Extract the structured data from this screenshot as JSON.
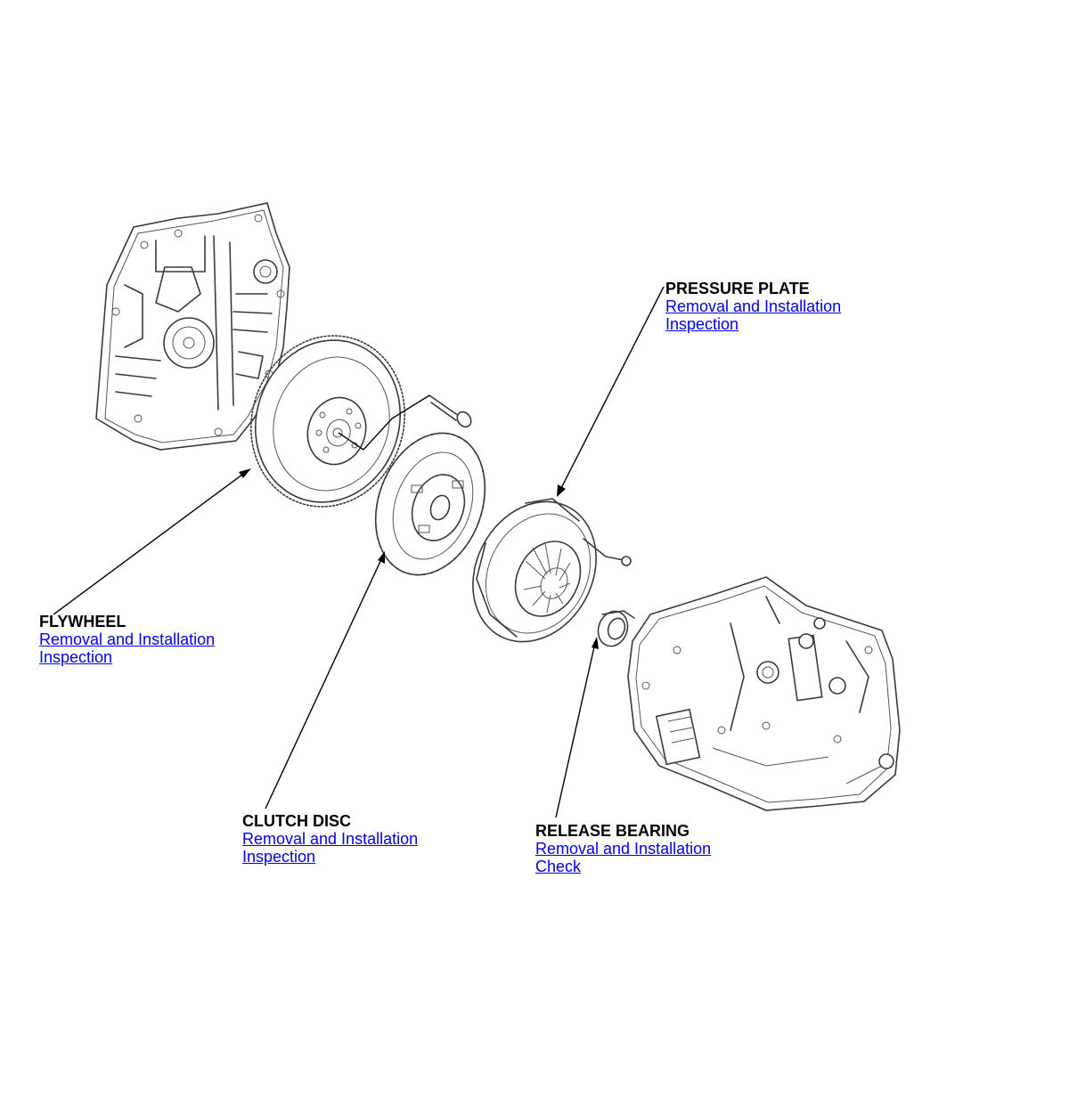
{
  "callouts": {
    "pressure_plate": {
      "title": "PRESSURE PLATE",
      "links": [
        "Removal and Installation",
        "Inspection"
      ]
    },
    "flywheel": {
      "title": "FLYWHEEL",
      "links": [
        "Removal and Installation",
        "Inspection"
      ]
    },
    "clutch_disc": {
      "title": "CLUTCH DISC",
      "links": [
        "Removal and Installation",
        "Inspection"
      ]
    },
    "release_bearing": {
      "title": "RELEASE BEARING",
      "links": [
        "Removal and Installation",
        "Check"
      ]
    }
  },
  "colors": {
    "link": "#0000ee",
    "title": "#000000",
    "line_art": "#3a3a3a"
  },
  "icons": [
    "engine-block-illustration",
    "flywheel-illustration",
    "clutch-disc-illustration",
    "pressure-plate-illustration",
    "release-bearing-illustration",
    "transmission-illustration",
    "bolt-illustration"
  ]
}
